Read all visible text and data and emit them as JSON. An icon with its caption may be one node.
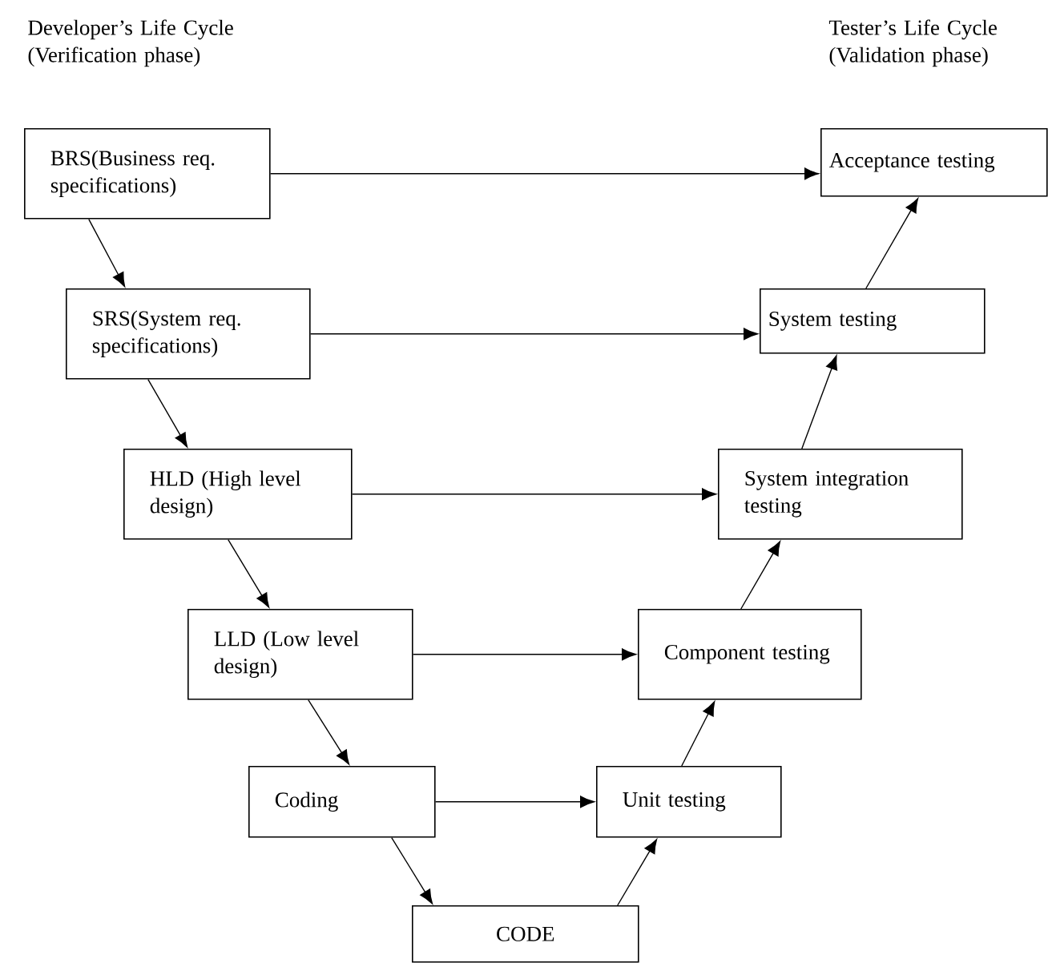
{
  "diagram": {
    "nodes": [
      {
        "text": [
          "BRS(Business req. specifications)"
        ]
      },
      {
        "text": [
          "SRS(System req. specifications)"
        ]
      },
      {
        "text": [
          "HLD (High level design)"
        ]
      },
      {
        "text": [
          "LLD (Low level design)"
        ]
      },
      {
        "text": [
          "Coding"
        ]
      },
      {
        "text": [
          "CODE"
        ]
      },
      {
        "text": [
          "Unit testing"
        ]
      },
      {
        "text": [
          "Component testing"
        ]
      },
      {
        "text": [
          "System integration testing"
        ]
      },
      {
        "text": [
          "System testing"
        ]
      },
      {
        "text": [
          "Acceptance testing"
        ]
      }
    ],
    "edges": [
      {
        "from": 0,
        "to": 1,
        "arrow": "to"
      },
      {
        "from": 1,
        "to": 2,
        "arrow": "to"
      },
      {
        "from": 2,
        "to": 3,
        "arrow": "to"
      },
      {
        "from": 3,
        "to": 4,
        "arrow": "to"
      },
      {
        "from": 4,
        "to": 5,
        "arrow": "to"
      },
      {
        "from": 5,
        "to": 6,
        "arrow": "to"
      },
      {
        "from": 6,
        "to": 7,
        "arrow": "to"
      },
      {
        "from": 7,
        "to": 8,
        "arrow": "to"
      },
      {
        "from": 8,
        "to": 9,
        "arrow": "to"
      },
      {
        "from": 9,
        "to": 10,
        "arrow": "to"
      },
      {
        "from": 0,
        "to": 10,
        "arrow": "to"
      },
      {
        "from": 1,
        "to": 9,
        "arrow": "to"
      },
      {
        "from": 2,
        "to": 8,
        "arrow": "to"
      },
      {
        "from": 3,
        "to": 7,
        "arrow": "to"
      },
      {
        "from": 4,
        "to": 6,
        "arrow": "to"
      }
    ],
    "labels": [
      "Developer’s Life Cycle (Verification phase)",
      "Tester’s Life Cycle (Validation phase)"
    ]
  }
}
